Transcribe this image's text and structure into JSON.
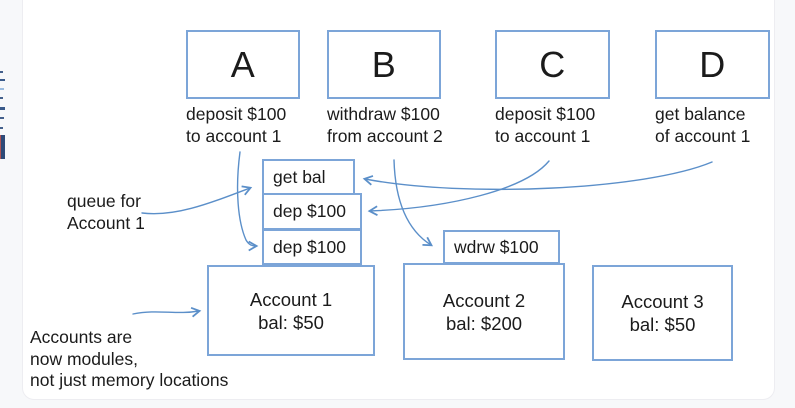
{
  "colors": {
    "box_border": "#7ca5d8",
    "connector": "#5b8fc9",
    "page_background": "#f7f8fa",
    "card_background": "#ffffff",
    "text": "#1b1b1b"
  },
  "clients": [
    {
      "label": "A",
      "caption_line1": "deposit $100",
      "caption_line2": "to account 1"
    },
    {
      "label": "B",
      "caption_line1": "withdraw $100",
      "caption_line2": "from account 2"
    },
    {
      "label": "C",
      "caption_line1": "deposit $100",
      "caption_line2": "to account 1"
    },
    {
      "label": "D",
      "caption_line1": "get balance",
      "caption_line2": "of account 1"
    }
  ],
  "queue": {
    "label_line1": "queue for",
    "label_line2": "Account 1",
    "items": [
      "get bal",
      "dep $100",
      "dep $100"
    ]
  },
  "pending": {
    "account2_item": "wdrw $100"
  },
  "accounts": [
    {
      "name": "Account 1",
      "balance": "bal: $50"
    },
    {
      "name": "Account 2",
      "balance": "bal: $200"
    },
    {
      "name": "Account 3",
      "balance": "bal: $50"
    }
  ],
  "note": {
    "line1": "Accounts are",
    "line2": "now modules,",
    "line3": "not just memory locations"
  }
}
